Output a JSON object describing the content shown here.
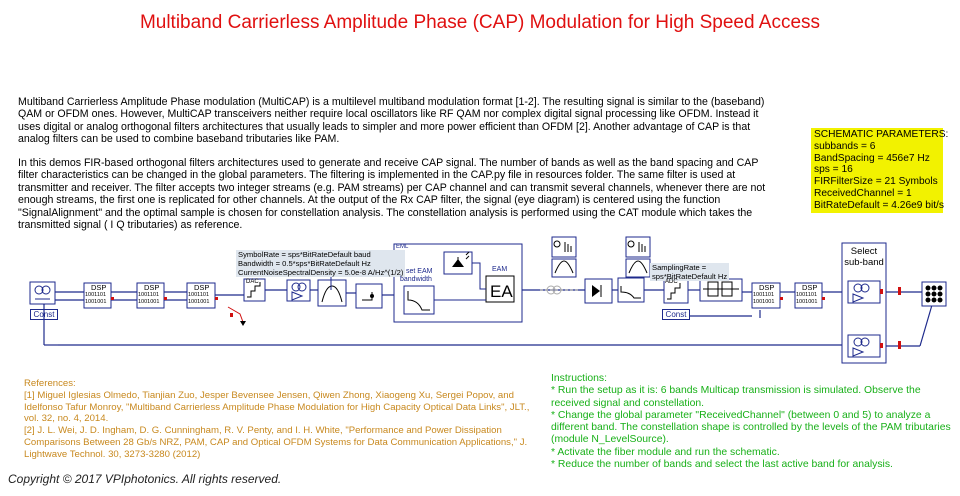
{
  "title": "Multiband Carrierless Amplitude Phase (CAP) Modulation for High Speed Access",
  "description": {
    "p1": "Multiband Carrierless Amplitude Phase modulation (MultiCAP) is a multilevel multiband modulation format  [1-2]. The resulting signal is similar to the (baseband) QAM or OFDM ones. However, MultiCAP transceivers neither require local oscillators like RF QAM nor complex digital signal processing like OFDM.  Instead it uses digital or analog orthogonal filters architectures that usually leads to simpler and more power efficient than OFDM [2]. Another advantage of CAP is that analog filters can be used to combine baseband tributaries like PAM.",
    "p2": "In this demos FIR-based orthogonal filters architectures used to generate and receive CAP signal. The number of bands as well as the band spacing and CAP filter characteristics can be changed in the global parameters.  The filtering is implemented in the CAP.py file in resources folder.  The same filter is used at transmitter and receiver. The filter accepts two integer streams (e.g. PAM streams) per CAP channel and can transmit several channels, whenever there are not enough streams, the first one is replicated for other channels. At the output of the Rx CAP filter, the signal (eye diagram) is centered using the function \"SignalAlignment\" and the optimal sample is chosen for constellation analysis.  The constellation analysis is performed using the CAT module which takes the transmitted signal ( I Q tributaries) as reference."
  },
  "schematic_parameters": {
    "header": "SCHEMATIC PARAMETERS:",
    "lines": [
      "subbands = 6",
      "BandSpacing = 456e7 Hz",
      "sps = 16",
      "FIRFilterSize = 21 Symbols",
      "ReceivedChannel = 1",
      "BitRateDefault = 4.26e9 bit/s"
    ]
  },
  "diagram": {
    "dsp_label": "DSP",
    "dsp_bits_a": "1001101",
    "dsp_bits_b": "1001001",
    "const_label": "Const",
    "tx_note": [
      "SymbolRate = sps*BitRateDefault baud",
      "Bandwidth = 0.5*sps*BitRateDefault Hz",
      "CurrentNoiseSpectralDensity = 5.0e-8 A/Hz^(1/2)"
    ],
    "eml_label": "EML",
    "set_eam_label": "set EAM",
    "bandwidth_label": "bandwidth",
    "eam_label": "EAM",
    "sampling_note": [
      "SamplingRate =",
      "sps*BitRateDefault Hz"
    ],
    "dac_label": "DAC",
    "adc_label": "ADC",
    "select_subband": [
      "Select",
      "sub-band"
    ]
  },
  "references": {
    "header": "References:",
    "items": [
      "[1] Miguel Iglesias Olmedo, Tianjian Zuo, Jesper Bevensee Jensen, Qiwen Zhong, Xiaogeng Xu, Sergei Popov, and Idelfonso Tafur Monroy, \"Multiband Carrierless Amplitude Phase Modulation for High Capacity Optical Data Links\", JLT., vol. 32, no. 4, 2014.",
      "[2] J. L. Wei, J. D. Ingham, D. G. Cunningham, R. V. Penty, and I. H. White, \"Performance and Power Dissipation Comparisons Between 28 Gb/s NRZ, PAM, CAP and Optical OFDM Systems for Data Communication Applications,\" J. Lightwave Technol. 30, 3273-3280 (2012)"
    ]
  },
  "instructions": {
    "header": "Instructions:",
    "items": [
      "* Run the setup as it is: 6 bands Multicap transmission is simulated. Observe the received signal and constellation.",
      "* Change the global parameter \"ReceivedChannel\" (between 0 and 5) to analyze a different band. The constellation shape is controlled by the levels of the PAM tributaries (module N_LevelSource).",
      "*  Activate the fiber module and run the schematic.",
      "* Reduce the number of bands and select the last active band for analysis."
    ]
  },
  "copyright": "Copyright © 2017 VPIphotonics. All rights reserved.",
  "colors": {
    "title": "#e01010",
    "params_bg": "#f2f200",
    "references": "#c8891f",
    "instructions": "#18b018",
    "wire": "#1e2a8c"
  }
}
